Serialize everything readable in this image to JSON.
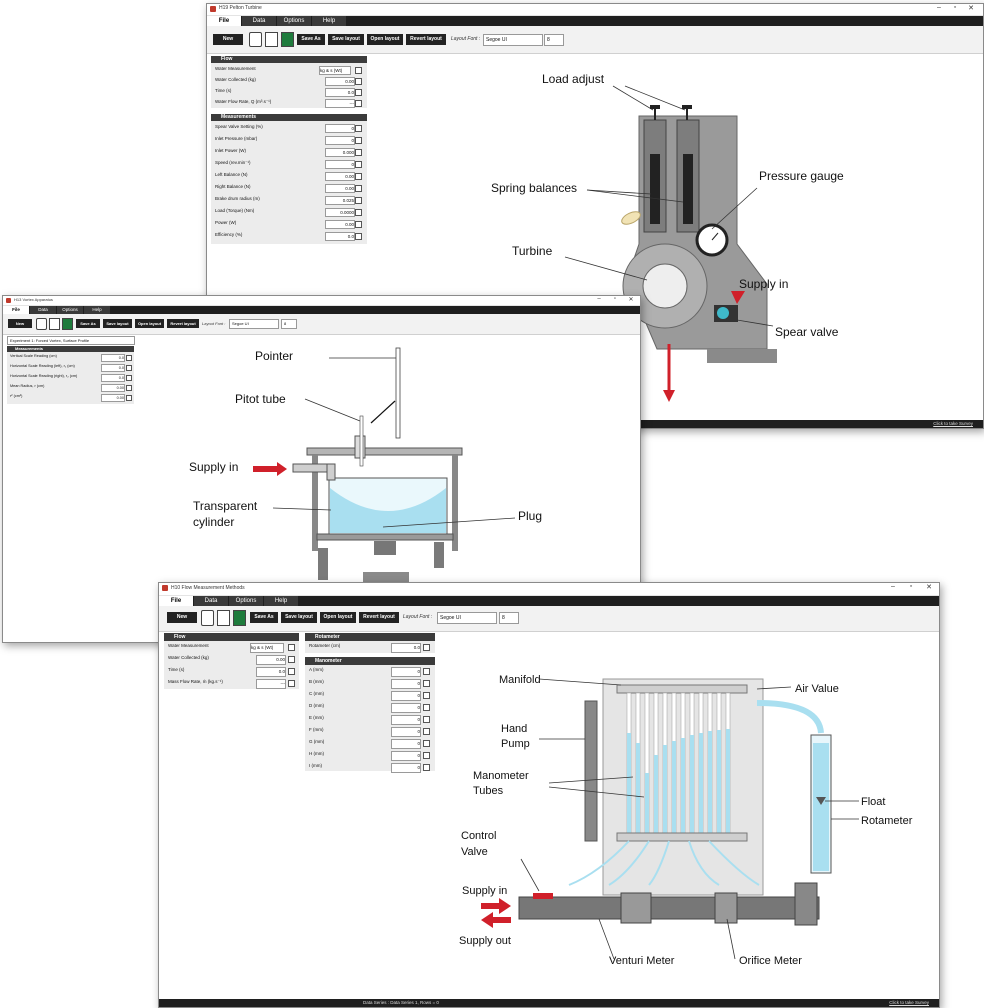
{
  "pelton": {
    "title": "H19 Pelton Turbine",
    "tabs": [
      "File",
      "Data",
      "Options",
      "Help"
    ],
    "toolbar": {
      "new": "New",
      "save_as": "Save As",
      "save_layout": "Save layout",
      "open_layout": "Open layout",
      "revert_layout": "Revert layout",
      "layout_font_label": "Layout Font :",
      "font": "Segoe UI",
      "size": "8"
    },
    "flow": {
      "header": "Flow",
      "rows": [
        {
          "label": "Water Measurement",
          "value": "kg & s (Wt)"
        },
        {
          "label": "Water Collected (kg)",
          "value": "0.00"
        },
        {
          "label": "Time (s)",
          "value": "0.0"
        },
        {
          "label": "Water Flow Rate, Q (m³.s⁻¹)",
          "value": "---"
        }
      ]
    },
    "measurements": {
      "header": "Measurements",
      "rows": [
        {
          "label": "Spear Valve Setting (%)",
          "value": "0"
        },
        {
          "label": "Inlet Pressure (mbar)",
          "value": "0"
        },
        {
          "label": "Inlet Power (W)",
          "value": "0.000"
        },
        {
          "label": "Speed (rev.min⁻¹)",
          "value": "0"
        },
        {
          "label": "Left Balance (N)",
          "value": "0.00"
        },
        {
          "label": "Right Balance (N)",
          "value": "0.00"
        },
        {
          "label": "Brake drum radius (m)",
          "value": "0.025"
        },
        {
          "label": "Load (Torque) (Nm)",
          "value": "0.0000"
        },
        {
          "label": "Power (W)",
          "value": "0.00"
        },
        {
          "label": "Efficiency (%)",
          "value": "0.0"
        }
      ]
    },
    "diagram": {
      "load_adjust": "Load adjust",
      "spring_balances": "Spring balances",
      "pressure_gauge": "Pressure gauge",
      "turbine": "Turbine",
      "supply_in": "Supply in",
      "spear_valve": "Spear valve"
    },
    "status": {
      "survey": "Click to take Survey"
    }
  },
  "vortex": {
    "title": "H13 Vortex Apparatus",
    "tabs": [
      "File",
      "Data",
      "Options",
      "Help"
    ],
    "toolbar": {
      "new": "New",
      "save_as": "Save As",
      "save_layout": "Save layout",
      "open_layout": "Open layout",
      "revert_layout": "Revert layout",
      "layout_font_label": "Layout Font :",
      "font": "Segoe UI",
      "size": "8"
    },
    "experiment": "Experiment 1: Forced Vortex, Surface Profile",
    "measurements": {
      "header": "Measurements",
      "rows": [
        {
          "label": "Vertical Scale Reading (cm)",
          "value": "0.0"
        },
        {
          "label": "Horizontal Scale Reading (left), r₁ (cm)",
          "value": "0.0"
        },
        {
          "label": "Horizontal Scale Reading (right), r₂ (cm)",
          "value": "0.0"
        },
        {
          "label": "Mean Radius, r (cm)",
          "value": "0.00"
        },
        {
          "label": "r² (cm²)",
          "value": "0.00"
        }
      ]
    },
    "diagram": {
      "pointer": "Pointer",
      "pitot_tube": "Pitot tube",
      "supply_in": "Supply in",
      "transparent_cylinder_1": "Transparent",
      "transparent_cylinder_2": "cylinder",
      "plug": "Plug"
    }
  },
  "flowmeas": {
    "title": "H10 Flow Measurement Methods",
    "tabs": [
      "File",
      "Data",
      "Options",
      "Help"
    ],
    "toolbar": {
      "new": "New",
      "save_as": "Save As",
      "save_layout": "Save layout",
      "open_layout": "Open layout",
      "revert_layout": "Revert layout",
      "layout_font_label": "Layout Font :",
      "font": "Segoe UI",
      "size": "8"
    },
    "flow": {
      "header": "Flow",
      "rows": [
        {
          "label": "Water Measurement",
          "value": "kg & s (Wt)"
        },
        {
          "label": "Water Collected (kg)",
          "value": "0.00"
        },
        {
          "label": "Time (s)",
          "value": "0.0"
        },
        {
          "label": "Mass Flow Rate, ṁ (kg.s⁻¹)",
          "value": "---"
        }
      ]
    },
    "rotameter": {
      "header": "Rotameter",
      "rows": [
        {
          "label": "Rotameter (cm)",
          "value": "0.0"
        }
      ]
    },
    "manometer": {
      "header": "Manometer",
      "rows": [
        {
          "label": "A (mm)",
          "value": "0"
        },
        {
          "label": "B (mm)",
          "value": "0"
        },
        {
          "label": "C (mm)",
          "value": "0"
        },
        {
          "label": "D (mm)",
          "value": "0"
        },
        {
          "label": "E (mm)",
          "value": "0"
        },
        {
          "label": "F (mm)",
          "value": "0"
        },
        {
          "label": "G (mm)",
          "value": "0"
        },
        {
          "label": "H (mm)",
          "value": "0"
        },
        {
          "label": "I (mm)",
          "value": "0"
        }
      ]
    },
    "diagram": {
      "manifold": "Manifold",
      "air_value": "Air Value",
      "hand_pump_1": "Hand",
      "hand_pump_2": "Pump",
      "manometer_tubes_1": "Manometer",
      "manometer_tubes_2": "Tubes",
      "float": "Float",
      "rotameter": "Rotameter",
      "control_valve_1": "Control",
      "control_valve_2": "Valve",
      "supply_in": "Supply in",
      "supply_out": "Supply out",
      "venturi_meter": "Venturi Meter",
      "orifice_meter": "Orifice Meter"
    },
    "status": {
      "series": "Data Series : Data Series 1, Rows = 0",
      "survey": "Click to take Survey"
    }
  },
  "colors": {
    "accent_red": "#d0202a",
    "water": "#a9dff0",
    "toolbar_dark": "#1f1f1f"
  }
}
